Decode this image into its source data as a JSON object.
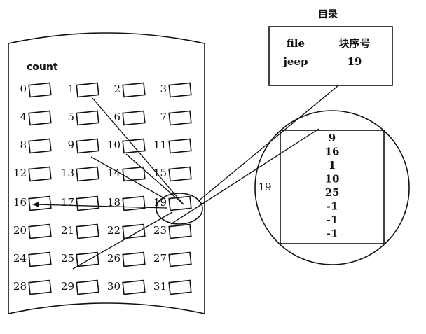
{
  "disk": {
    "label": "count",
    "blocks": [
      "0",
      "1",
      "2",
      "3",
      "4",
      "5",
      "6",
      "7",
      "8",
      "9",
      "10",
      "11",
      "12",
      "13",
      "14",
      "15",
      "16",
      "17",
      "18",
      "19",
      "20",
      "21",
      "22",
      "23",
      "24",
      "25",
      "26",
      "27",
      "28",
      "29",
      "30",
      "31"
    ]
  },
  "directory": {
    "title": "目录",
    "col_file": "file",
    "col_block": "块序号",
    "row_file": "jeep",
    "row_block": "19"
  },
  "index_block": {
    "label": "19",
    "entries": [
      "9",
      "16",
      "1",
      "10",
      "25",
      "-1",
      "-1",
      "-1"
    ]
  }
}
